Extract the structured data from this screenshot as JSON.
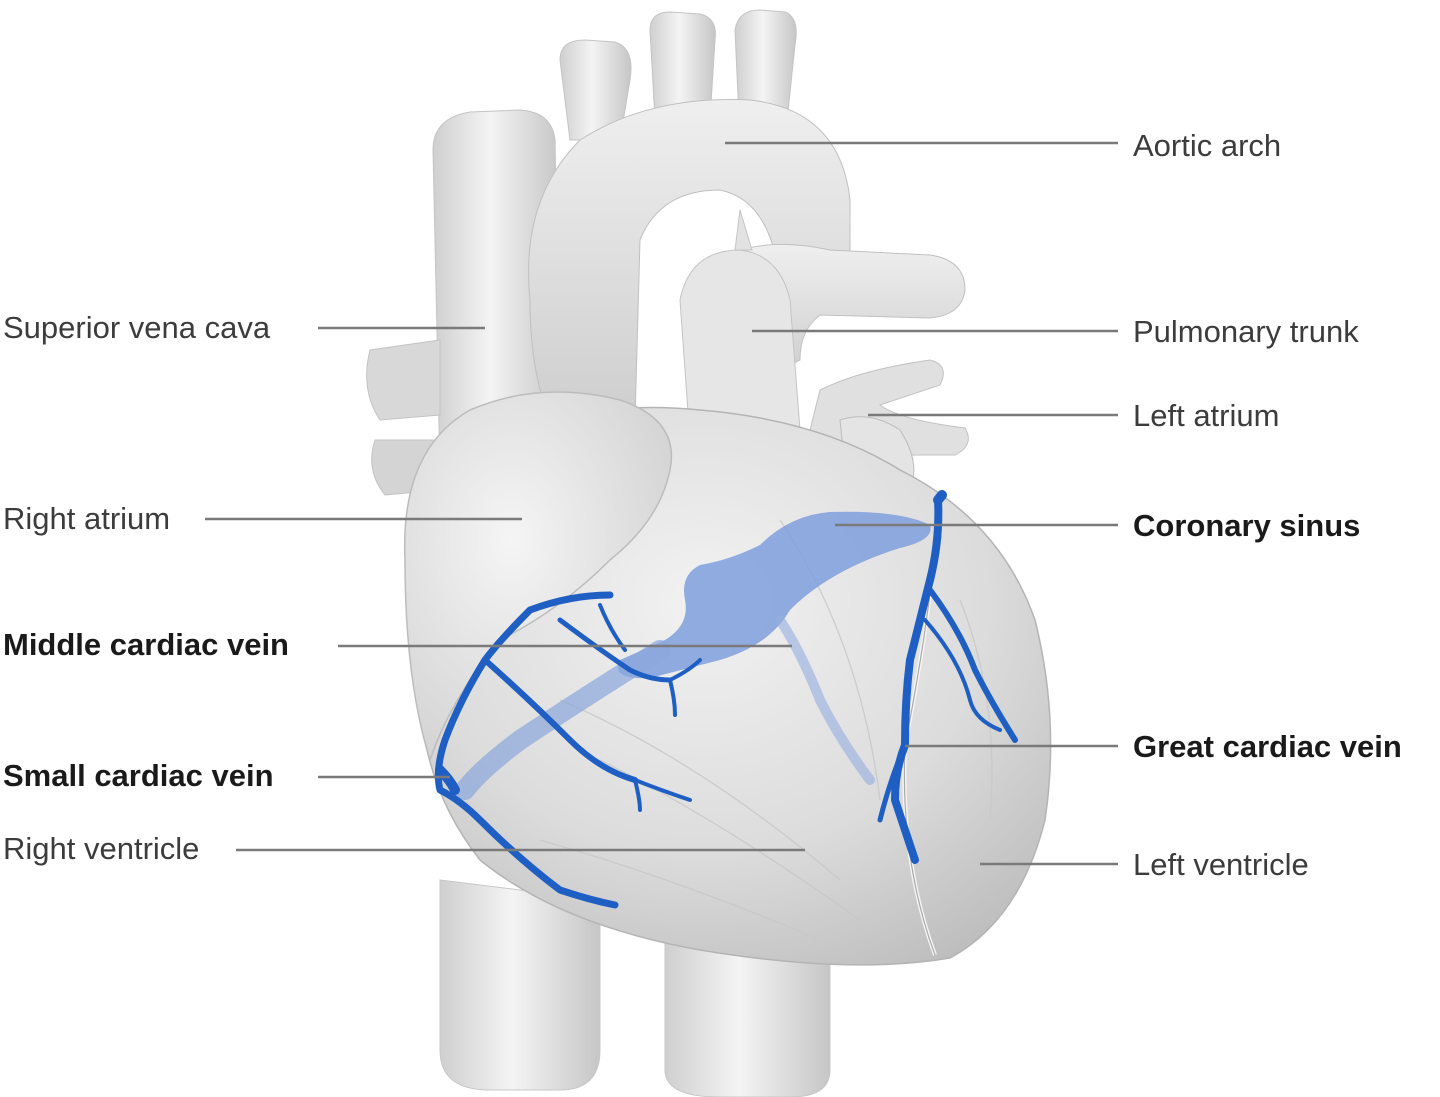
{
  "labels": {
    "aortic_arch": "Aortic arch",
    "pulmonary_trunk": "Pulmonary trunk",
    "left_atrium": "Left atrium",
    "coronary_sinus": "Coronary sinus",
    "great_cardiac_vein": "Great cardiac vein",
    "left_ventricle": "Left ventricle",
    "superior_vena_cava": "Superior vena cava",
    "right_atrium": "Right atrium",
    "middle_cardiac_vein": "Middle cardiac vein",
    "small_cardiac_vein": "Small cardiac vein",
    "right_ventricle": "Right ventricle"
  },
  "colors": {
    "vein_blue": "#1f5fc4",
    "sinus_blue": "#7f9fdc",
    "tissue": "#dcdcdc",
    "leader_line": "#7a7a7a"
  }
}
